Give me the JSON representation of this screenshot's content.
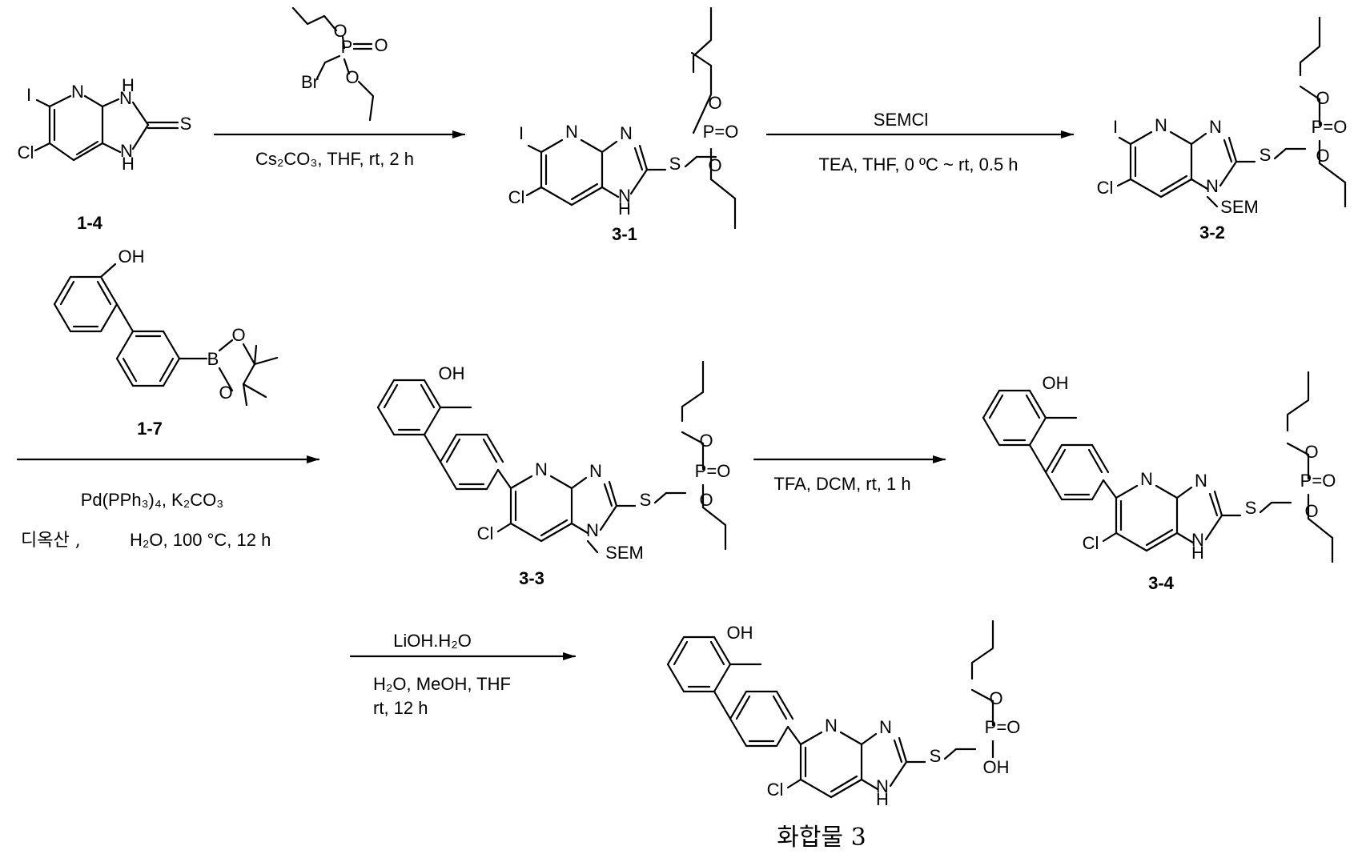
{
  "atoms": {
    "I": "I",
    "Cl": "Cl",
    "N": "N",
    "NH": "NH",
    "H": "H",
    "S": "S",
    "O": "O",
    "P": "P",
    "PO": "P=O",
    "Br": "Br",
    "OH": "OH",
    "B": "B",
    "SEM": "SEM"
  },
  "compounds": {
    "c1": "1-4",
    "c2": "3-1",
    "c3": "3-2",
    "c4": "1-7",
    "c5": "3-3",
    "c6": "3-4",
    "c7": "화합물 3"
  },
  "conditions": {
    "step1_below": "Cs₂CO₃, THF, rt, 2 h",
    "step2_above": "SEMCl",
    "step2_below": "TEA, THF, 0 ºC ~ rt, 0.5 h",
    "step3_line1": "Pd(PPh₃)₄, K₂CO₃",
    "step3_line2_kr": "디옥산 ,",
    "step3_line2": "H₂O, 100 °C, 12 h",
    "step4_below": "TFA, DCM, rt, 1 h",
    "step5_above": "LiOH.H₂O",
    "step5_line1": "H₂O, MeOH, THF",
    "step5_line2": "rt, 12 h"
  }
}
